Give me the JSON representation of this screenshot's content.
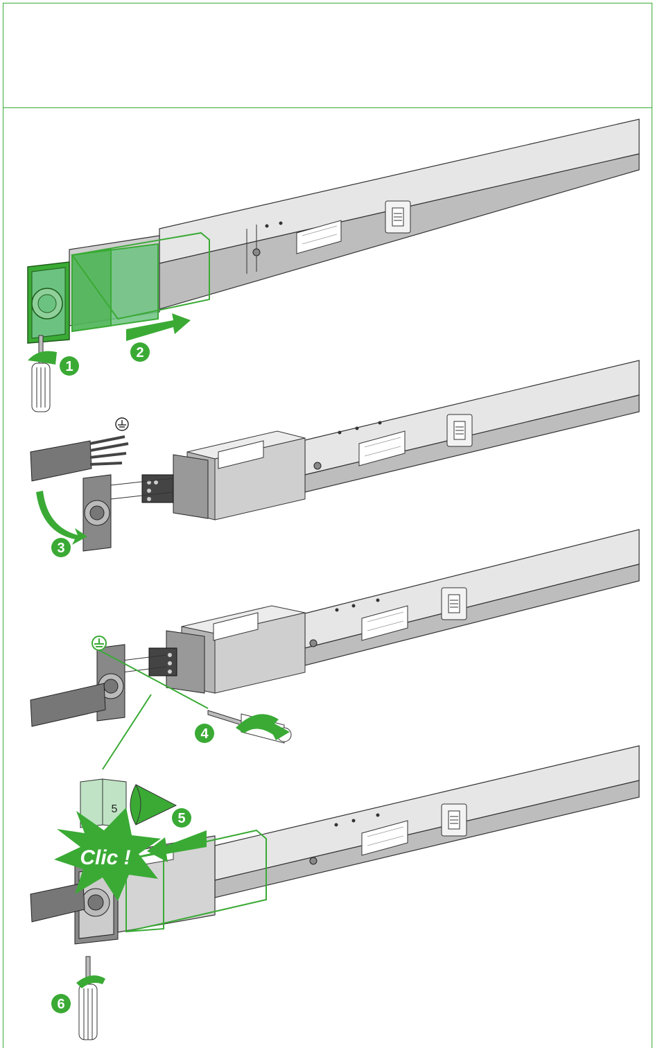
{
  "colors": {
    "accent": "#3aaa35",
    "accent_fill": "#6cc381",
    "steel": "#c9c9c9",
    "steel_dark": "#a8a8a8",
    "steel_light": "#e4e4e4",
    "outline": "#333333"
  },
  "icons": {
    "earth": "earth-ground-icon",
    "eye": "eye-icon",
    "book": "manual-book-icon",
    "screwdriver": "screwdriver-icon",
    "rotate": "rotate-arrow-icon",
    "burst": "click-burst-icon"
  },
  "steps": [
    {
      "number": "1"
    },
    {
      "number": "2"
    },
    {
      "number": "3"
    },
    {
      "number": "4"
    },
    {
      "number": "5"
    },
    {
      "number": "6"
    }
  ],
  "reference": {
    "page": "5"
  },
  "callout": {
    "clic": "Clic !"
  }
}
